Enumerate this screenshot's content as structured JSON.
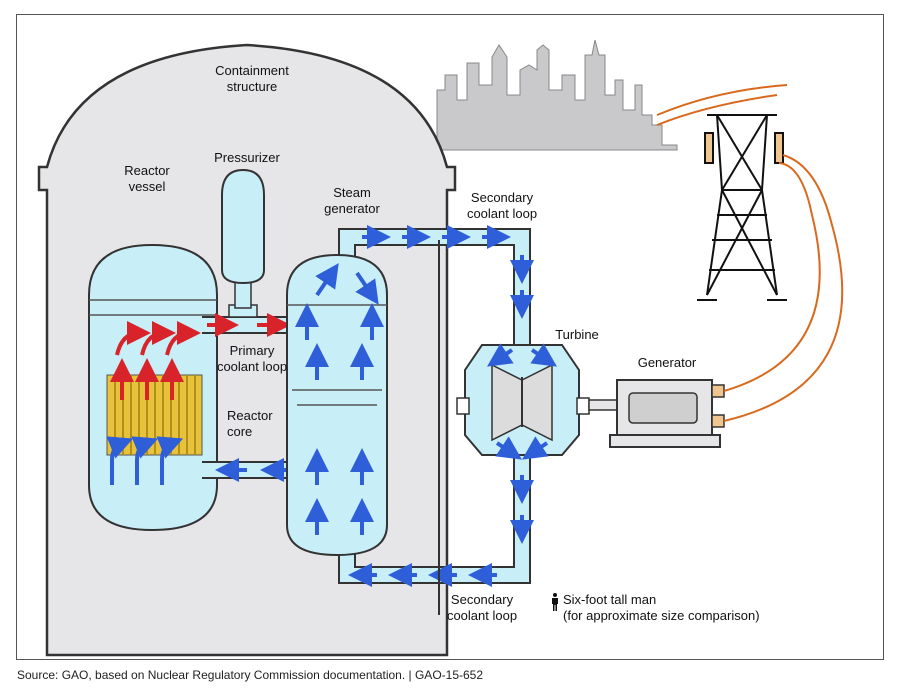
{
  "labels": {
    "containment": "Containment\nstructure",
    "reactor_vessel": "Reactor\nvessel",
    "pressurizer": "Pressurizer",
    "steam_generator": "Steam\ngenerator",
    "secondary_loop_top": "Secondary\ncoolant loop",
    "turbine": "Turbine",
    "generator": "Generator",
    "primary_loop": "Primary\ncoolant loop",
    "reactor_core": "Reactor\ncore",
    "secondary_loop_bottom": "Secondary\ncoolant loop",
    "man_scale": "Six-foot tall man\n(for approximate size comparison)"
  },
  "source": "Source: GAO, based on Nuclear Regulatory Commission documentation.  |  GAO-15-652",
  "colors": {
    "containment_fill": "#e6e6e8",
    "water": "#c8eef8",
    "hot_flow": "#d8232a",
    "cold_flow": "#2f5fd8",
    "core": "#e8c23a",
    "power_line": "#d86a1e",
    "city": "#c9c9cb"
  }
}
